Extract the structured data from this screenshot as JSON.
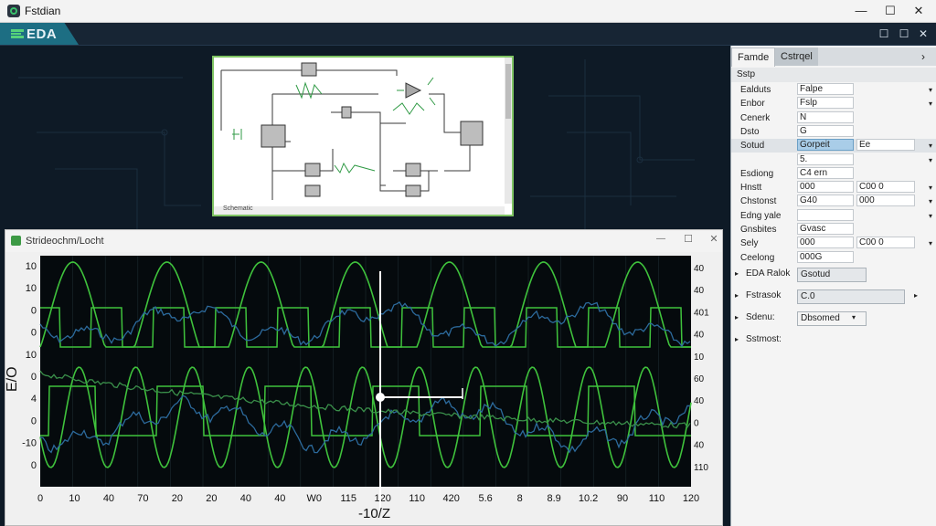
{
  "window": {
    "title": "Fstdian",
    "minimize": "—",
    "maximize": "☐",
    "close": "✕"
  },
  "app_bar": {
    "label": "EDA",
    "restore": "☐",
    "tile": "☐",
    "close": "✕"
  },
  "schematic": {
    "status": "Schematic"
  },
  "scope": {
    "title": "Strideochm/Locht",
    "ylabel": "E/O",
    "xlabel_bottom": "-10/Z",
    "left_ticks": [
      "10",
      "10",
      "0",
      "0",
      "10",
      "0",
      "4",
      "0",
      "-10",
      "0"
    ],
    "right_ticks": [
      "40",
      "40",
      "401",
      "40",
      "10",
      "60",
      "40",
      "0",
      "40",
      "110"
    ],
    "x_ticks": [
      "0",
      "10",
      "40",
      "70",
      "20",
      "20",
      "40",
      "40",
      "W0",
      "115",
      "120",
      "110",
      "420",
      "5.6",
      "8",
      "8.9",
      "10.2",
      "90",
      "110",
      "120"
    ]
  },
  "panel": {
    "tabs": [
      "Famde",
      "Cstrqel"
    ],
    "section": "Sstp",
    "rows": [
      {
        "label": "Ealduts",
        "value": "Falpe",
        "dropdown": true
      },
      {
        "label": "Enbor",
        "value": "Fslp",
        "dropdown": true
      },
      {
        "label": "Cenerk",
        "value": "N",
        "box": true
      },
      {
        "label": "Dsto",
        "value": "G",
        "box": false
      },
      {
        "label": "Sotud",
        "value": "Gorpeit",
        "value2": "Ee",
        "highlight": true,
        "dropdown": true
      },
      {
        "label": "",
        "value": "5.",
        "dropdown": true
      },
      {
        "label": "Esdiong",
        "value": "C4 ern",
        "box": false
      },
      {
        "label": "Hnstt",
        "value": "000",
        "value2": "C00 0",
        "dropdown": true
      },
      {
        "label": "Chstonst",
        "value": "G40",
        "value2": "000",
        "dropdown": true
      },
      {
        "label": "Edng yale",
        "value": "",
        "dropdown": true
      },
      {
        "label": "Gnsbites",
        "value": "Gvasc",
        "box": false
      },
      {
        "label": "Sely",
        "value": "000",
        "value2": "C00 0",
        "dropdown": true
      },
      {
        "label": "Ceelong",
        "value": "000G",
        "box": false
      }
    ],
    "lower": [
      {
        "label": "EDA Ralok",
        "value": "Gsotud"
      },
      {
        "label": "Fstrasok",
        "value": "C.0"
      },
      {
        "label": "Sdenu:",
        "value": "Dbsomed"
      },
      {
        "label": "Sstmost:",
        "value": ""
      }
    ]
  },
  "colors": {
    "accent": "#1d6e83",
    "trace_green": "#3fc23c",
    "trace_blue": "#2c6a9c",
    "plot_bg": "#050a0d"
  }
}
